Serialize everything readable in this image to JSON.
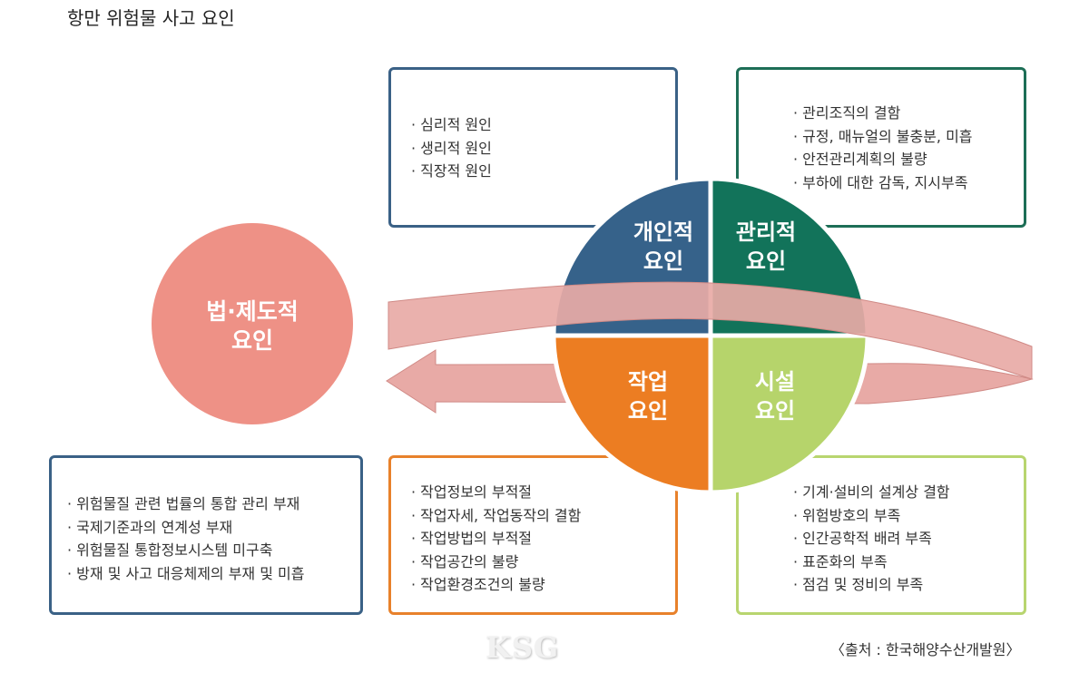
{
  "title": "항만 위험물 사고 요인",
  "center_factor": {
    "label_line1": "법·제도적",
    "label_line2": "요인",
    "color": "#ee9186"
  },
  "quadrants": [
    {
      "line1": "개인적",
      "line2": "요인",
      "color": "#36628a"
    },
    {
      "line1": "관리적",
      "line2": "요인",
      "color": "#12735a"
    },
    {
      "line1": "작업",
      "line2": "요인",
      "color": "#ec7d22"
    },
    {
      "line1": "시설",
      "line2": "요인",
      "color": "#b6d46b"
    }
  ],
  "boxes": {
    "personal": [
      "심리적 원인",
      "생리적 원인",
      "직장적 원인"
    ],
    "management": [
      "관리조직의 결함",
      "규정, 매뉴얼의 불충분, 미흡",
      "안전관리계획의 불량",
      "부하에 대한 감독, 지시부족"
    ],
    "legal": [
      "위험물질 관련 법률의 통합 관리 부재",
      "국제기준과의 연계성 부재",
      "위험물질 통합정보시스템 미구축",
      "방재 및 사고 대응체제의 부재 및 미흡"
    ],
    "work": [
      "작업정보의 부적절",
      "작업자세, 작업동작의 결함",
      "작업방법의 부적절",
      "작업공간의 불량",
      "작업환경조건의 불량"
    ],
    "facility": [
      "기계·설비의 설계상 결함",
      "위험방호의 부족",
      "인간공학적 배려 부족",
      "표준화의 부족",
      "점검 및 정비의 부족"
    ]
  },
  "arrow_color": "#e8aaa6",
  "logo": "KSG",
  "source": "〈출처 : 한국해양수산개발원〉"
}
